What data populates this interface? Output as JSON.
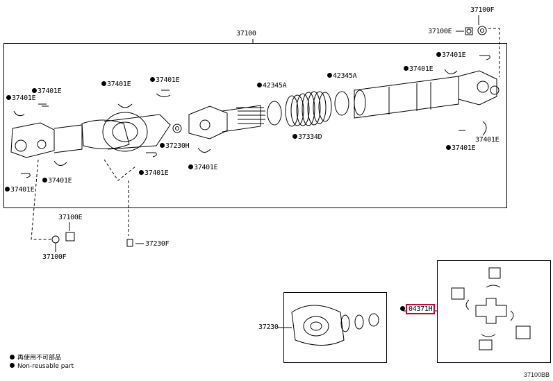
{
  "diagram": {
    "labels": {
      "main_assembly": "37100",
      "top_right_f": "37100F",
      "top_right_e": "37100E",
      "snap_ring": "37401E",
      "seal_ring": "42345A",
      "washer_h": "37230H",
      "boot": "37334D",
      "bottom_e": "37100E",
      "bottom_f": "37100F",
      "bolt": "37230F",
      "center_bearing": "37230",
      "spider_kit": "04371H"
    },
    "legend": {
      "line_jp": "再使用不可部品",
      "line_en": "Non-reusable part"
    },
    "figure_code": "37100BB",
    "colors": {
      "highlight": "#b0103a"
    }
  }
}
